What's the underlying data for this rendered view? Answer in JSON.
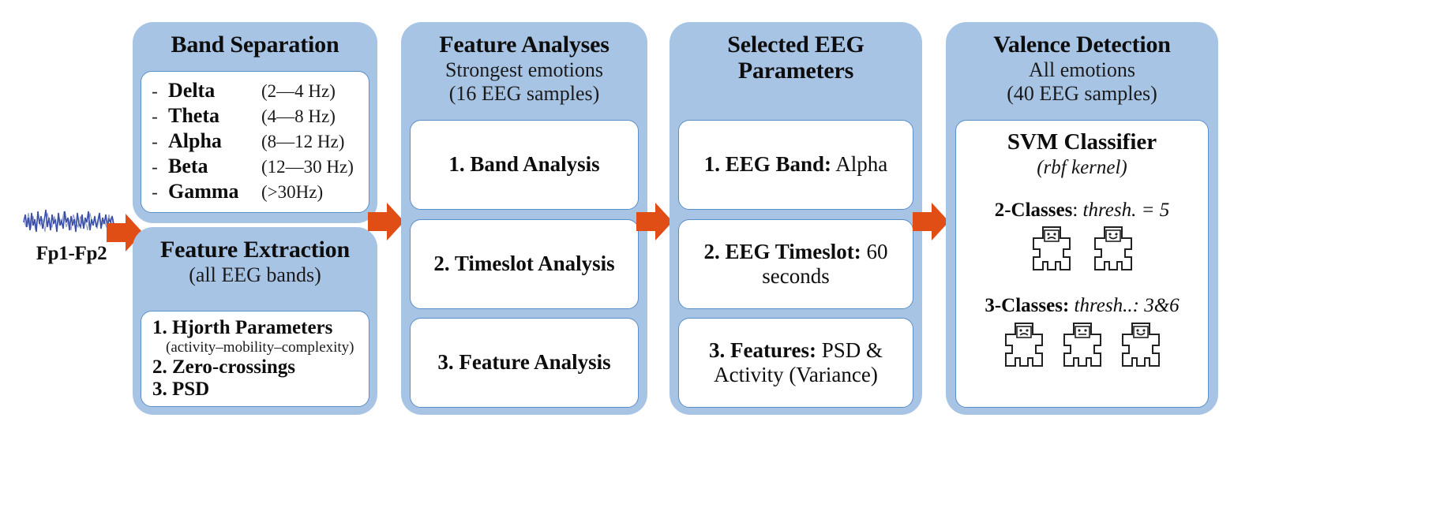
{
  "input": {
    "signal_icon": "eeg-waveform-icon",
    "label": "Fp1-Fp2"
  },
  "arrows": [
    {
      "name": "arrow-input-to-band-separation"
    },
    {
      "name": "arrow-stage1-to-stage2"
    },
    {
      "name": "arrow-stage2-to-stage3"
    },
    {
      "name": "arrow-stage3-to-stage4"
    }
  ],
  "stages": [
    {
      "id": "band-separation",
      "title": "Band Separation",
      "bands": [
        {
          "dash": "-",
          "name": "Delta",
          "range": "(2—4 Hz)"
        },
        {
          "dash": "-",
          "name": "Theta",
          "range": "(4—8 Hz)"
        },
        {
          "dash": "-",
          "name": "Alpha",
          "range": "(8—12 Hz)"
        },
        {
          "dash": "-",
          "name": "Beta",
          "range": "(12—30 Hz)"
        },
        {
          "dash": "-",
          "name": "Gamma",
          "range": "(>30Hz)"
        }
      ]
    },
    {
      "id": "feature-extraction",
      "title": "Feature Extraction",
      "subtitle": "(all EEG bands)",
      "items": [
        {
          "text": "1. Hjorth Parameters",
          "note": "(activity–mobility–complexity)"
        },
        {
          "text": "2. Zero-crossings",
          "note": ""
        },
        {
          "text": "3. PSD",
          "note": ""
        }
      ]
    },
    {
      "id": "feature-analyses",
      "title": "Feature Analyses",
      "subtitle_line1": "Strongest emotions",
      "subtitle_line2": "(16 EEG samples)",
      "cards": [
        "1. Band Analysis",
        "2. Timeslot Analysis",
        "3. Feature Analysis"
      ]
    },
    {
      "id": "selected-eeg-parameters",
      "title_line1": "Selected EEG",
      "title_line2": "Parameters",
      "cards": [
        {
          "bold": "1. EEG Band:",
          "plain": " Alpha"
        },
        {
          "bold": "2. EEG Timeslot:",
          "plain": " 60 seconds"
        },
        {
          "bold": "3. Features:",
          "plain": " PSD & Activity (Variance)"
        }
      ]
    },
    {
      "id": "valence-detection",
      "title": "Valence Detection",
      "subtitle_line1": "All emotions",
      "subtitle_line2": "(40 EEG samples)",
      "classifier": {
        "name": "SVM Classifier",
        "kernel": "(rbf kernel)",
        "two_class": {
          "label": "2-Classes",
          "sep": ": ",
          "thresh": "thresh. = 5",
          "figures": [
            "sad-person-icon",
            "happy-person-icon"
          ]
        },
        "three_class": {
          "label": "3-Classes:",
          "sep": " ",
          "thresh": "thresh..: 3&6",
          "figures": [
            "sad-person-icon",
            "neutral-person-icon",
            "happy-person-icon"
          ]
        }
      }
    }
  ],
  "colors": {
    "panel_blue": "#a8c4e5",
    "card_border": "#5b8fc9",
    "arrow_orange": "#e04e16",
    "signal_blue": "#3b4fa8"
  }
}
